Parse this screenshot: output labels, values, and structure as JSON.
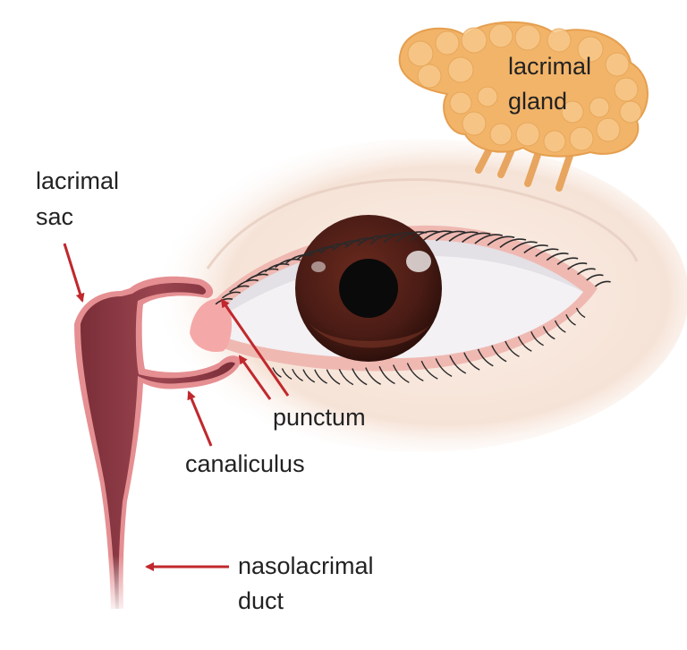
{
  "labels": {
    "lacrimal_gland": [
      "lacrimal",
      "gland"
    ],
    "lacrimal_sac": [
      "lacrimal",
      "sac"
    ],
    "punctum": "punctum",
    "canaliculus": "canaliculus",
    "nasolacrimal_duct": [
      "nasolacrimal",
      "duct"
    ]
  },
  "colors": {
    "arrow": "#c0282d",
    "duct_fill": "#8e3a45",
    "duct_outline": "#e58f92",
    "gland_fill": "#f2b469",
    "gland_lobe": "#f7c98a",
    "skin_glow": "#f6e6dc",
    "eyelid_rim": "#efb9b2",
    "sclera": "#f3f1f4",
    "iris": "#4a1c15",
    "iris_light": "#6a2a1e",
    "pupil": "#0a0a0a",
    "caruncle": "#f4a9a8",
    "lashes": "#2a2a2a",
    "label_text": "#222222"
  }
}
